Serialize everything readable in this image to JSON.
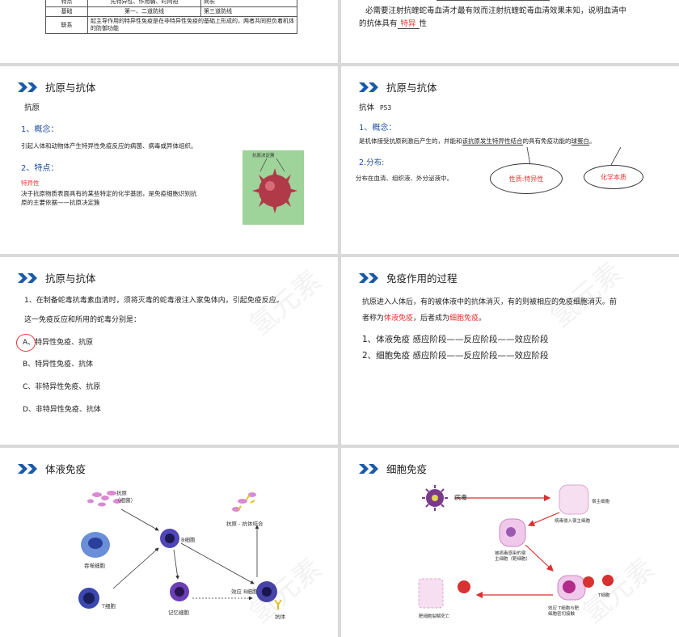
{
  "slide1": {
    "row_top_c1": "特点",
    "row_top_c2": "先特异性、作用弱、时间短",
    "row_top_c3": "同长",
    "row_basis_c1": "基础",
    "row_basis_c2": "第一、二道防线",
    "row_basis_c3": "第三道防线",
    "row_link_c1": "联系",
    "row_link_c2": "起主导作用的特异性免疫是在非特异性免疫的基础上形成的，两者共同担负着机体的防御功能"
  },
  "slide2": {
    "text_line1": "必需要注射抗蝰蛇毒血清才最有效而注射抗蝰蛇毒血清效果未知，说明血清中",
    "text_prefix": "的抗体具有",
    "blank_answer": "特异",
    "text_suffix": "性"
  },
  "slide3": {
    "title": "抗原与抗体",
    "heading": "抗原",
    "concept_label": "1、概念：",
    "concept_text": "引起人体和动物体产生特异性免疫反应的病菌、病毒或异体组织。",
    "feature_label": "2、特点：",
    "feature_name": "特异性",
    "feature_text1": "决于抗原物质表面具有的某些特定的化学基团，是免疫细胞识别抗",
    "feature_text2": "原的主要依据——抗原决定簇",
    "image_caption": "抗原决定簇"
  },
  "slide4": {
    "title": "抗原与抗体",
    "heading": "抗体",
    "page_ref": "P53",
    "concept_label": "1、概念：",
    "concept_text_a": "是机体接受抗原刺激后产生的，并能和",
    "concept_text_b": "该抗原发生特异性结合",
    "concept_text_c": "的具有免疫功能的",
    "concept_text_d": "球蛋白",
    "concept_text_e": "。",
    "dist_label": "2.分布:",
    "dist_text": "分布在血清、组织液、外分泌液中。",
    "bubble1": "性质:特异性",
    "bubble2": "化学本质"
  },
  "slide5": {
    "title": "抗原与抗体",
    "question1": "1、在制备蛇毒抗毒素血清时，须将灭毒的蛇毒液注入家兔体内，引起免疫反应。",
    "question2": "这一免疫反应和所用的蛇毒分别是：",
    "opt_a": "A、特异性免疫、抗原",
    "opt_b": "B、特异性免疫、抗体",
    "opt_c": "C、非特异性免疫、抗原",
    "opt_d": "D、非特异性免疫、抗体"
  },
  "slide6": {
    "title": "免疫作用的过程",
    "para1": "抗原进入人体后，有的被体液中的抗体消灭，有的则被相应的免疫细胞消灭。前",
    "para2_a": "者称为",
    "para2_b": "体液免疫",
    "para2_c": "，后者成为",
    "para2_d": "细胞免疫",
    "para2_e": "。",
    "line1": "1、体液免疫  感应阶段——反应阶段——效应阶段",
    "line2": "2、细胞免疫  感应阶段——反应阶段——效应阶段"
  },
  "slide7": {
    "title": "体液免疫",
    "antigen": "抗原",
    "antigen_sub": "（细菌）",
    "phagocyte": "吞噬细胞",
    "tcell": "T细胞",
    "bcell": "B细胞",
    "memory": "记忆细胞",
    "effector": "效应 B细胞",
    "antibody": "抗体",
    "complex": "抗原 - 抗体结合"
  },
  "slide8": {
    "title": "细胞免疫",
    "virus": "病毒",
    "host": "宿主细胞",
    "entry": "病毒侵入宿主细胞",
    "infected1": "被病毒感染的宿",
    "infected2": "主细胞（靶细胞）",
    "effector1": "效应 T细胞与靶",
    "effector2": "细胞密切接触",
    "death": "靶细胞裂解死亡",
    "tcell": "T细胞"
  },
  "watermark": "氢元素"
}
